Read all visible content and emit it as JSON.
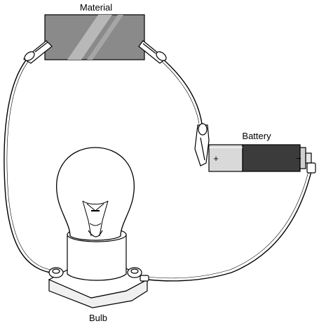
{
  "labels": {
    "material": "Material",
    "battery": "Battery",
    "bulb": "Bulb",
    "battery_plus": "+",
    "battery_minus": "−"
  },
  "colors": {
    "line": "#000000",
    "material_fill": "#8a8a8a",
    "battery_light": "#d9d9d9",
    "battery_dark": "#3b3b3b",
    "glass": "#ffffff"
  }
}
